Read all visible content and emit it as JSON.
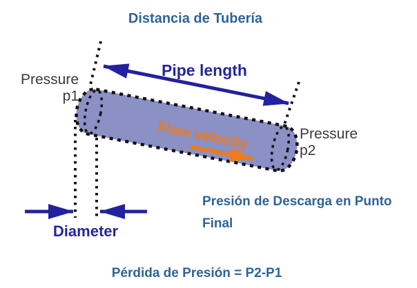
{
  "title": "Distancia de Tubería",
  "pipe": {
    "length_label": "Pipe length",
    "flow_label": "Flow velocity",
    "diameter_label": "Diameter"
  },
  "pressure_p1": {
    "line1": "Pressure",
    "line2": "p1"
  },
  "pressure_p2": {
    "line1": "Pressure",
    "line2": "p2"
  },
  "discharge": {
    "line1": "Presión de Descarga en Punto",
    "line2": "Final"
  },
  "formula": "Pérdida de Presión = P2-P1",
  "colors": {
    "heading_blue": "#2e6399",
    "navy": "#22229e",
    "orange": "#ef7b1a",
    "pipe_fill": "#8b90c5",
    "outline_black": "#121212",
    "pressure_gray": "#3a3a3a"
  }
}
